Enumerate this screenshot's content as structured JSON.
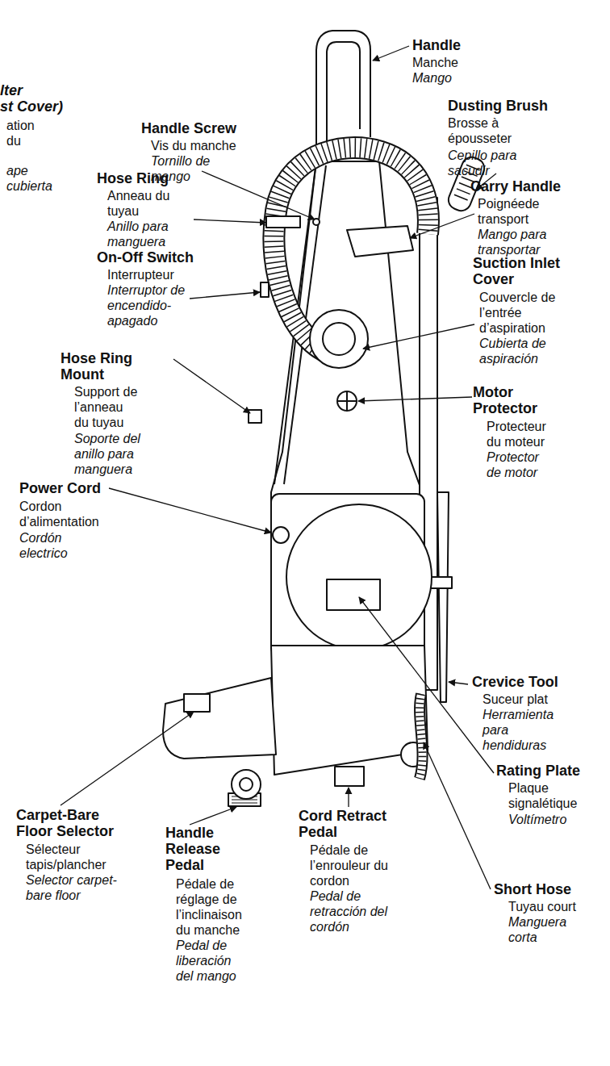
{
  "diagram": {
    "labels": [
      "Handle",
      "Manche",
      "Mango",
      "Dusting Brush",
      "Brosse à épousseter",
      "Cepillo para sacudir",
      "Handle Screw",
      "Vis du manche",
      "Tornillo de mango",
      "Hose Ring",
      "Anneau du tuyau",
      "Anillo para manguera",
      "Carry Handle",
      "Poignéede transport",
      "Mango para transportar",
      "On-Off Switch",
      "Interrupteur",
      "Interruptor de encendido-apagado",
      "Suction Inlet Cover",
      "Couvercle de l’entrée d’aspiration",
      "Cubierta de aspiración",
      "Hose Ring Mount",
      "Support de l’anneau du tuyau",
      "Soporte del anillo para manguera",
      "Motor Protector",
      "Protecteur du moteur",
      "Protector de motor",
      "Power Cord",
      "Cordon d’alimentation",
      "Cordón electrico",
      "Crevice Tool",
      "Suceur plat",
      "Herramienta para hendiduras",
      "Rating Plate",
      "Plaque signalétique",
      "Voltímetro",
      "Carpet-Bare Floor Selector",
      "Sélecteur tapis/plancher",
      "Selector carpet-bare floor",
      "Cord Retract Pedal",
      "Pédale de l’enrouleur du cordon",
      "Pedal de retracción del cordón",
      "Handle Release Pedal",
      "Pédale de réglage de l’inclinaison du manche",
      "Pedal de liberación del mango",
      "Short Hose",
      "Tuyau court",
      "Manguera corta",
      "lter",
      "st Cover)",
      "ation",
      "du",
      "ape",
      "cubierta"
    ]
  }
}
